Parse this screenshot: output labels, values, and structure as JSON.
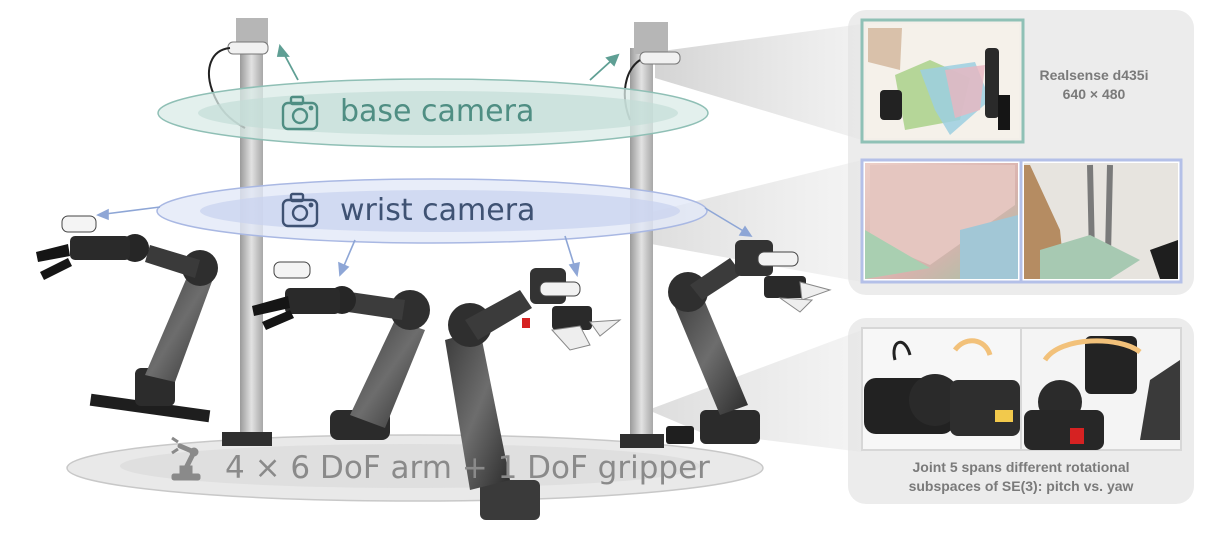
{
  "labels": {
    "base_camera": "base camera",
    "wrist_camera": "wrist camera",
    "arm_gripper": "4 ×  6 DoF arm + 1 DoF gripper"
  },
  "panels": {
    "realsense": {
      "line1": "Realsense d435i",
      "line2": "640 × 480"
    },
    "joint5": {
      "line1": "Joint 5 spans different rotational",
      "line2": "subspaces of SE(3): pitch vs. yaw"
    }
  },
  "icons": {
    "camera": "camera-icon",
    "robot_arm": "robot-arm-icon"
  },
  "colors": {
    "base_ring": "#8fbfb5",
    "base_text": "#4f8e83",
    "wrist_ring": "#a9b8e3",
    "wrist_text": "#3f5273",
    "floor_ring": "#bdbdbd",
    "panel_bg": "#ececec",
    "wrist_border": "#b4c0e8",
    "base_border": "#8fc1b6"
  }
}
